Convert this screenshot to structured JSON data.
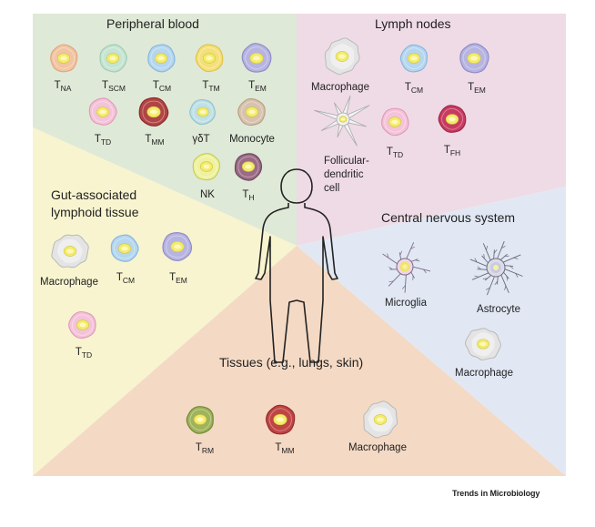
{
  "regions": {
    "peripheral": "Peripheral blood",
    "lymph": "Lymph nodes",
    "gut": [
      "Gut-associated",
      "lymphoid tissue"
    ],
    "cns": "Central nervous system",
    "tissues": "Tissues (e.g., lungs, skin)"
  },
  "colors": {
    "peripheral": "#dfe9d7",
    "lymph": "#efdbe5",
    "gut": "#f7f4cf",
    "cns": "#e1e8f4",
    "tissues": "#f4d9c4"
  },
  "credit": "Trends in Microbiology",
  "cells": [
    {
      "id": "pb-tna",
      "shape": "cell",
      "base": "T",
      "sub": "NA",
      "fill": "#f1c4a3",
      "edge": "#e3a77d"
    },
    {
      "id": "pb-tscm",
      "shape": "cell",
      "base": "T",
      "sub": "SCM",
      "fill": "#c6e4d3",
      "edge": "#9fcdb4"
    },
    {
      "id": "pb-tcm",
      "shape": "cell",
      "base": "T",
      "sub": "CM",
      "fill": "#b6d6ef",
      "edge": "#86b8e1"
    },
    {
      "id": "pb-ttm",
      "shape": "cell",
      "base": "T",
      "sub": "TM",
      "fill": "#f4e07a",
      "edge": "#dfc34a"
    },
    {
      "id": "pb-tem",
      "shape": "cell",
      "base": "T",
      "sub": "EM",
      "fill": "#b7b4e1",
      "edge": "#8f8cc9"
    },
    {
      "id": "pb-ttd",
      "shape": "cell",
      "base": "T",
      "sub": "TD",
      "fill": "#f4c3d9",
      "edge": "#e19bbc"
    },
    {
      "id": "pb-tmm",
      "shape": "cell",
      "base": "T",
      "sub": "MM",
      "fill": "#b14444",
      "edge": "#8e2c2c"
    },
    {
      "id": "pb-gdt",
      "shape": "cell",
      "base": "γδT",
      "sub": "",
      "fill": "#bfe0e6",
      "edge": "#93c4cf"
    },
    {
      "id": "pb-mono",
      "shape": "cell",
      "base": "Monocyte",
      "sub": "",
      "fill": "#d7c2ad",
      "edge": "#b9a086"
    },
    {
      "id": "pb-nk",
      "shape": "cell",
      "base": "NK",
      "sub": "",
      "fill": "#eef2a0",
      "edge": "#c8ce55"
    },
    {
      "id": "pb-th",
      "shape": "cell",
      "base": "T",
      "sub": "H",
      "fill": "#9b6b86",
      "edge": "#6e4660"
    },
    {
      "id": "ln-mac",
      "shape": "macrophage",
      "base": "Macrophage",
      "sub": "",
      "fill": "#e4e4e4",
      "edge": "#b9b9b9"
    },
    {
      "id": "ln-tcm",
      "shape": "cell",
      "base": "T",
      "sub": "CM",
      "fill": "#b6d6ef",
      "edge": "#86b8e1"
    },
    {
      "id": "ln-tem",
      "shape": "cell",
      "base": "T",
      "sub": "EM",
      "fill": "#b7b4e1",
      "edge": "#8f8cc9"
    },
    {
      "id": "ln-fdc",
      "shape": "follicular",
      "base": "Follicular-",
      "sub": "",
      "fill": "#f2f2f2",
      "edge": "#a9a9a9",
      "lines": [
        "dendritic",
        "cell"
      ]
    },
    {
      "id": "ln-ttd",
      "shape": "cell",
      "base": "T",
      "sub": "TD",
      "fill": "#f4c3d9",
      "edge": "#e19bbc"
    },
    {
      "id": "ln-tfh",
      "shape": "cell",
      "base": "T",
      "sub": "FH",
      "fill": "#c83a61",
      "edge": "#a22747"
    },
    {
      "id": "gut-mac",
      "shape": "macrophage",
      "base": "Macrophage",
      "sub": "",
      "fill": "#e4e4e4",
      "edge": "#b9b9b9"
    },
    {
      "id": "gut-tcm",
      "shape": "cell",
      "base": "T",
      "sub": "CM",
      "fill": "#b6d6ef",
      "edge": "#86b8e1"
    },
    {
      "id": "gut-tem",
      "shape": "cell",
      "base": "T",
      "sub": "EM",
      "fill": "#b7b4e1",
      "edge": "#8f8cc9"
    },
    {
      "id": "gut-ttd",
      "shape": "cell",
      "base": "T",
      "sub": "TD",
      "fill": "#f4c3d9",
      "edge": "#e19bbc"
    },
    {
      "id": "cns-micro",
      "shape": "microglia",
      "base": "Microglia",
      "sub": "",
      "fill": "#efd6e4",
      "edge": "#7a6a8a"
    },
    {
      "id": "cns-astro",
      "shape": "astrocyte",
      "base": "Astrocyte",
      "sub": "",
      "fill": "#dcdce8",
      "edge": "#6a6a7a"
    },
    {
      "id": "cns-mac",
      "shape": "macrophage",
      "base": "Macrophage",
      "sub": "",
      "fill": "#e4e4e4",
      "edge": "#b9b9b9"
    },
    {
      "id": "ti-trm",
      "shape": "cell",
      "base": "T",
      "sub": "RM",
      "fill": "#9fb35a",
      "edge": "#6f8a34"
    },
    {
      "id": "ti-tmm",
      "shape": "cell",
      "base": "T",
      "sub": "MM",
      "fill": "#c04444",
      "edge": "#952c2c"
    },
    {
      "id": "ti-mac",
      "shape": "macrophage",
      "base": "Macrophage",
      "sub": "",
      "fill": "#e4e4e4",
      "edge": "#b9b9b9"
    }
  ]
}
